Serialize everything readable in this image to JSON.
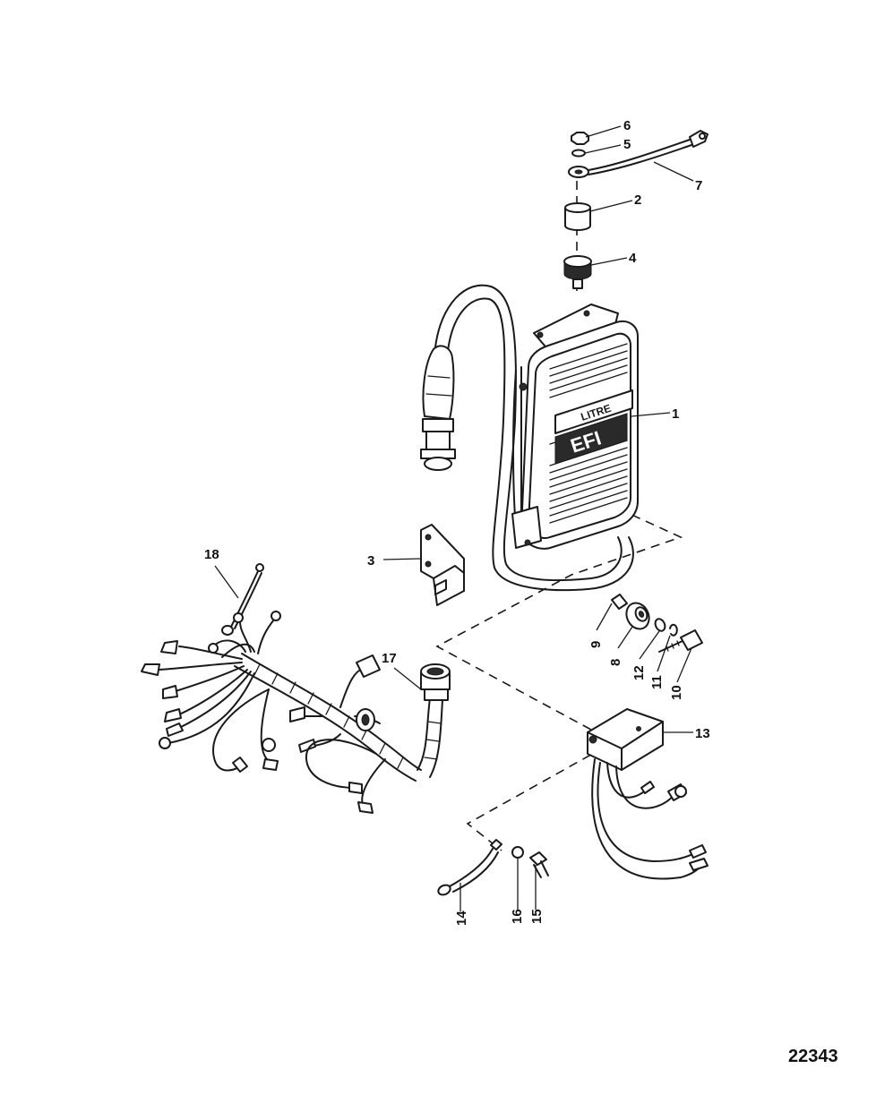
{
  "figure_number": "22343",
  "module_plate_text": "LITRE",
  "module_logo_text": "EFI",
  "callouts": {
    "c1": "1",
    "c2": "2",
    "c3": "3",
    "c4": "4",
    "c5": "5",
    "c6": "6",
    "c7": "7",
    "c8": "8",
    "c9": "9",
    "c10": "10",
    "c11": "11",
    "c12": "12",
    "c13": "13",
    "c14": "14",
    "c15": "15",
    "c16": "16",
    "c17": "17",
    "c18": "18"
  }
}
